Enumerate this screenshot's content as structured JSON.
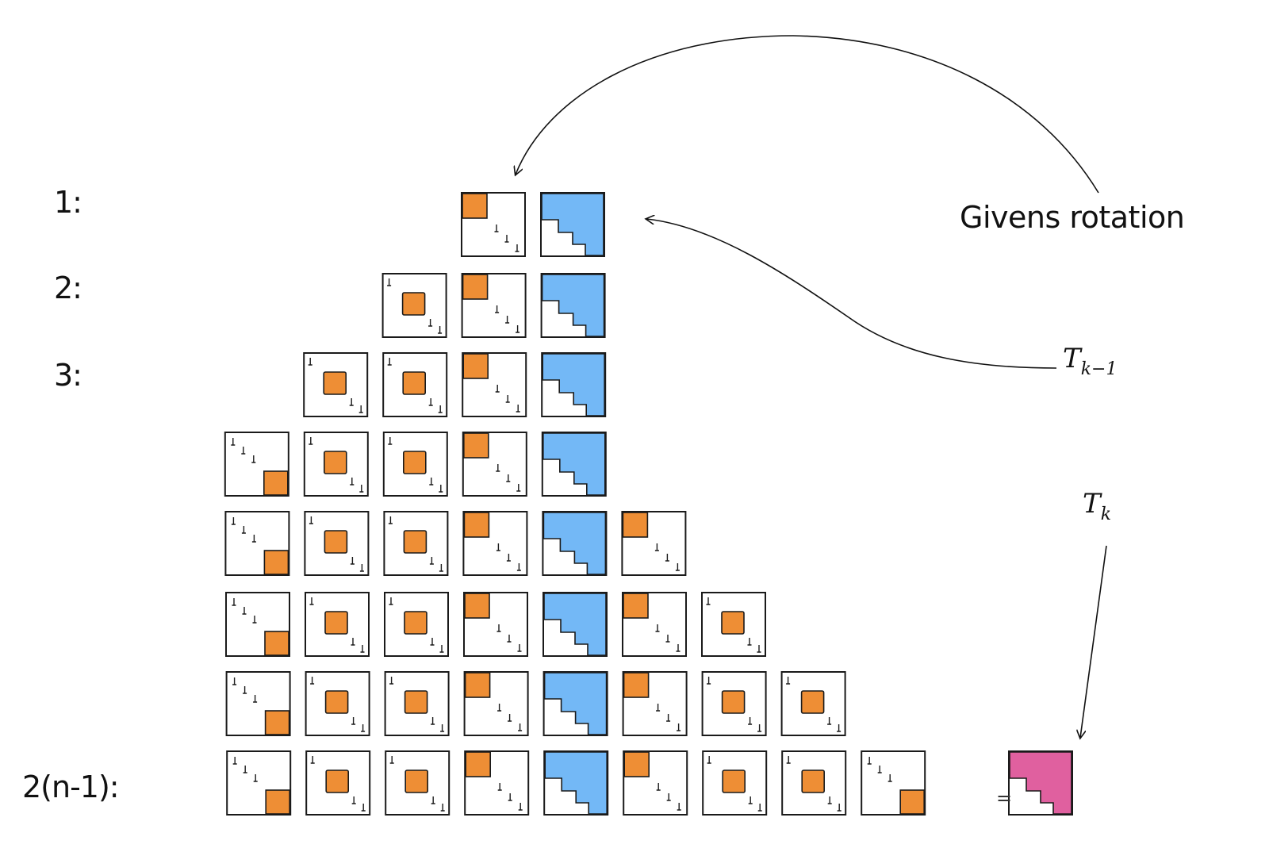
{
  "row_labels": [
    "1:",
    "2:",
    "3:",
    "",
    "",
    "",
    "",
    "2(n-1):"
  ],
  "annotations": {
    "givens": "Givens rotation",
    "tk1_base": "T",
    "tk1_sub": "k−1",
    "tk_base": "T",
    "tk_sub": "k"
  },
  "equals": "=",
  "colors": {
    "orange": "#EE8E35",
    "blue": "#73B8F6",
    "pink": "#E0609F",
    "ink": "#1a1a1a"
  },
  "rows": [
    [
      "O",
      "B"
    ],
    [
      "M",
      "O",
      "B"
    ],
    [
      "M",
      "M",
      "O",
      "B"
    ],
    [
      "E",
      "M",
      "M",
      "O",
      "B"
    ],
    [
      "E",
      "M",
      "M",
      "O",
      "B",
      "O"
    ],
    [
      "E",
      "M",
      "M",
      "O",
      "B",
      "O",
      "M"
    ],
    [
      "E",
      "M",
      "M",
      "O",
      "B",
      "O",
      "M",
      "M"
    ],
    [
      "E",
      "M",
      "M",
      "O",
      "B",
      "O",
      "M",
      "M",
      "E"
    ]
  ],
  "block_legend": {
    "O": "orange-top-left-block",
    "M": "orange-middle-block",
    "E": "orange-bottom-right-block",
    "B": "blue-staircase-block"
  },
  "result_block": "pink-staircase-block"
}
